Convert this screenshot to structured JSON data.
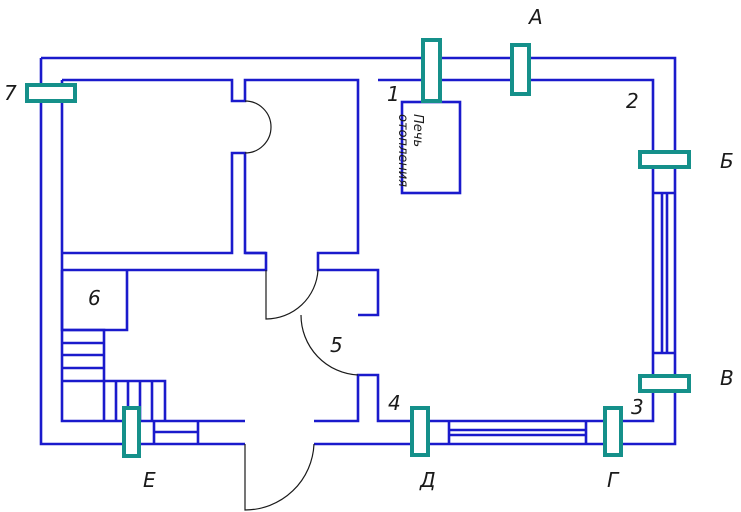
{
  "stove_label": [
    "Печь",
    "отопления"
  ],
  "sensor_labels": {
    "a": "А",
    "b": "Б",
    "v": "В",
    "g": "Г",
    "d": "Д",
    "e": "Е"
  },
  "point_labels": {
    "p1": "1",
    "p2": "2",
    "p3": "3",
    "p4": "4",
    "p5": "5",
    "p6": "6",
    "p7": "7"
  },
  "colors": {
    "walls": "#1a1acc",
    "sensors": "#15908a",
    "lines": "#1a1a1a"
  }
}
